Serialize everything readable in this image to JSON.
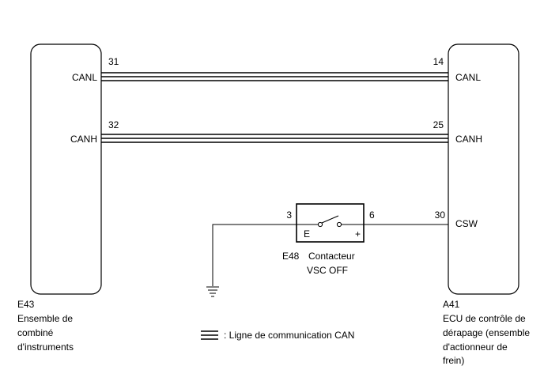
{
  "left_ecu": {
    "code": "E43",
    "name_lines": [
      "Ensemble de",
      "combiné",
      "d'instruments"
    ],
    "pins": [
      {
        "number": "31",
        "signal": "CANL"
      },
      {
        "number": "32",
        "signal": "CANH"
      }
    ]
  },
  "right_ecu": {
    "code": "A41",
    "name_lines": [
      "ECU de contrôle de",
      "dérapage (ensemble",
      "d'actionneur de",
      "frein)"
    ],
    "pins": [
      {
        "number": "14",
        "signal": "CANL"
      },
      {
        "number": "25",
        "signal": "CANH"
      },
      {
        "number": "30",
        "signal": "CSW"
      }
    ]
  },
  "switch": {
    "code": "E48",
    "name_line1": "Contacteur",
    "name_line2": "VSC OFF",
    "pin_left": "3",
    "pin_right": "6",
    "terminal_left": "E",
    "terminal_right": "+"
  },
  "legend": {
    "text": ": Ligne de communication CAN",
    "icon": "triple-line-icon"
  },
  "icons": {
    "ground": "ground-icon"
  }
}
